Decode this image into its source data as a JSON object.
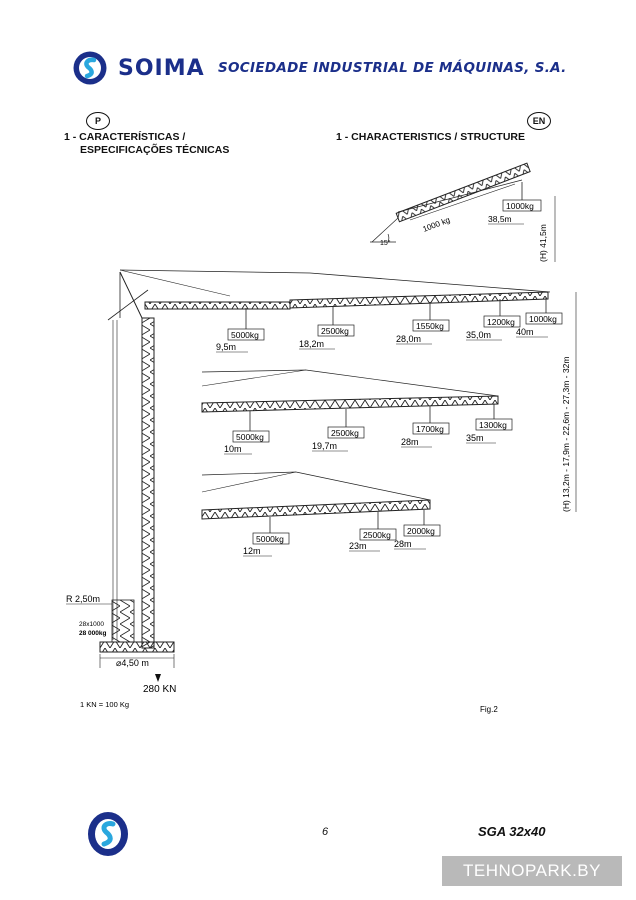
{
  "header": {
    "brand_name": "SOIMA",
    "brand_tagline": "SOCIEDADE INDUSTRIAL DE MÁQUINAS, S.A."
  },
  "sections": {
    "pt_badge": "P",
    "pt_heading_line1": "1 - CARACTERÍSTICAS /",
    "pt_heading_line2": "ESPECIFICAÇÕES TÉCNICAS",
    "en_badge": "EN",
    "en_heading": "1 - CHARACTERISTICS / STRUCTURE"
  },
  "diagram": {
    "inset": {
      "angle": "15°",
      "boom_load": "1000 kg",
      "tip_load": "1000kg",
      "tip_radius": "38,5m",
      "height": "(H) 41,5m"
    },
    "jib_40": {
      "loads": [
        "5000kg",
        "2500kg",
        "1550kg",
        "1200kg",
        "1000kg"
      ],
      "radii": [
        "9,5m",
        "18,2m",
        "28,0m",
        "35,0m",
        "40m"
      ]
    },
    "jib_35": {
      "loads": [
        "5000kg",
        "2500kg",
        "1700kg",
        "1300kg"
      ],
      "radii": [
        "10m",
        "19,7m",
        "28m",
        "35m"
      ]
    },
    "jib_28": {
      "loads": [
        "5000kg",
        "2500kg",
        "2000kg"
      ],
      "radii": [
        "12m",
        "23m",
        "28m"
      ]
    },
    "heights_label": "(H) 13,2m - 17,9m - 22,6m - 27,3m - 32m",
    "ballast_radius": "R 2,50m",
    "ballast_count": "28x1000",
    "ballast_mass": "28 000kg",
    "base_width": "⌀4,50 m",
    "base_load": "280 KN",
    "unit_note": "1 KN = 100 Kg",
    "figure_label": "Fig.2"
  },
  "footer": {
    "page_number": "6",
    "model": "SGA 32x40",
    "watermark": "TEHNOPARK.BY"
  },
  "colors": {
    "brand_blue": "#1b2f8a",
    "brand_cyan": "#2aa7de",
    "watermark_gray": "#b9b9b9"
  }
}
